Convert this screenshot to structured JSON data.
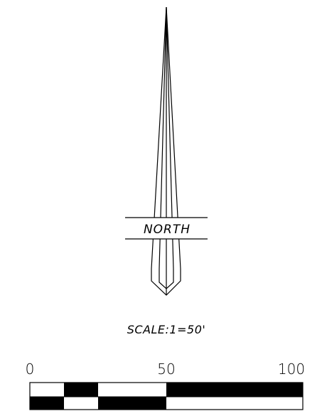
{
  "north_arrow": {
    "label": "NORTH"
  },
  "scale": {
    "text": "SCALE:1=50'"
  },
  "scale_bar": {
    "ticks": [
      "0",
      "50",
      "100"
    ],
    "stroke_color": "#000000",
    "fill_color": "#000000",
    "background_color": "#ffffff"
  }
}
